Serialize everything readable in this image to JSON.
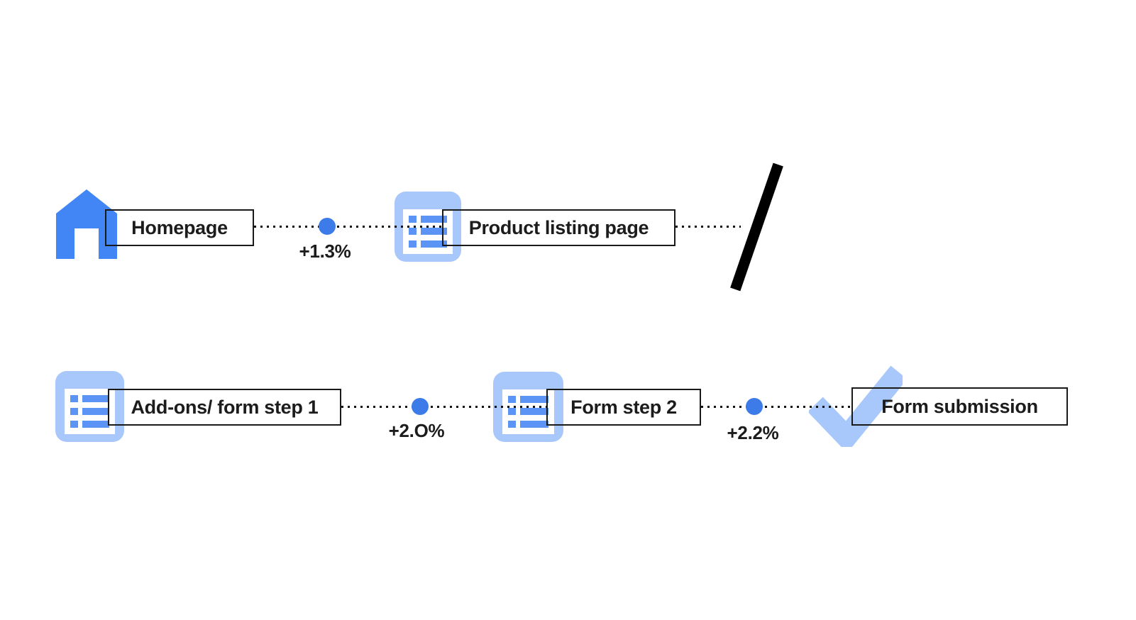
{
  "colors": {
    "primary_blue": "#4285F4",
    "dot_blue": "#3C7BE8",
    "light_blue": "#A8C7FA",
    "bar_blue": "#5C94F6",
    "line_black": "#111111",
    "box_border": "#1a1a1a",
    "text": "#1c1c1c",
    "slash_black": "#000000",
    "canvas_bg": "#ffffff"
  },
  "diagram": {
    "type": "user-journey-funnel-flow",
    "rows": [
      {
        "steps": [
          {
            "icon": "home-icon",
            "label": "Homepage"
          },
          {
            "icon": "list-icon",
            "label": "Product listing page"
          }
        ],
        "transitions": [
          {
            "delta": "+1.3%"
          }
        ],
        "end_marker": "continuation-slash"
      },
      {
        "steps": [
          {
            "icon": "list-icon",
            "label": "Add-ons/ form step 1"
          },
          {
            "icon": "list-icon",
            "label": "Form step 2"
          },
          {
            "icon": "check-icon",
            "label": "Form submission"
          }
        ],
        "transitions": [
          {
            "delta": "+2.O%"
          },
          {
            "delta": "+2.2%"
          }
        ]
      }
    ]
  }
}
